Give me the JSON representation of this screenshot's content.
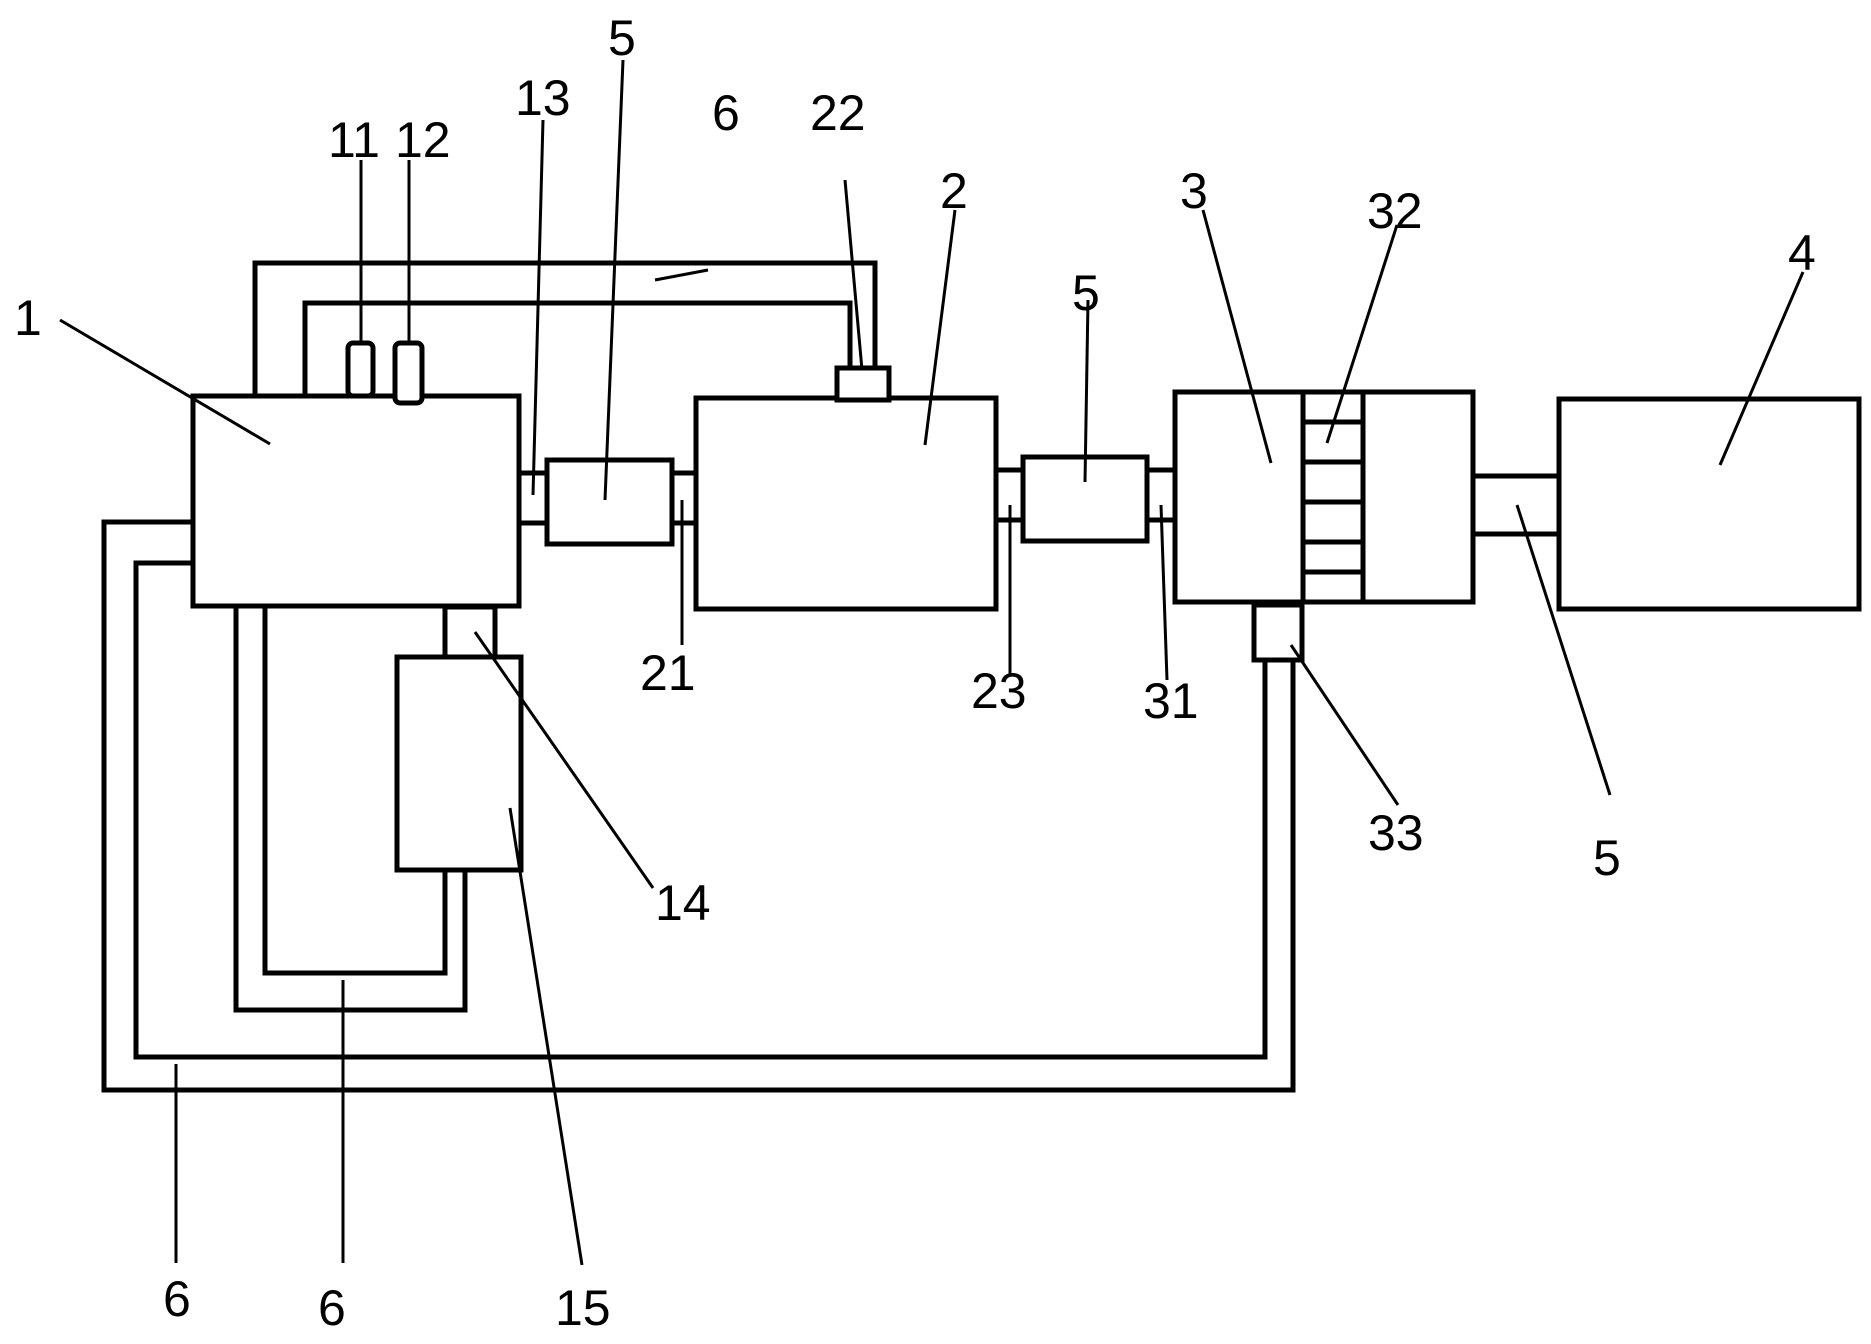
{
  "labels": {
    "box_1": "1",
    "sensor_11": "11",
    "sensor_12": "12",
    "port_13": "13",
    "port_14": "14",
    "box_15": "15",
    "box_2": "2",
    "port_21": "21",
    "port_22": "22",
    "port_23": "23",
    "box_3": "3",
    "port_31": "31",
    "grid_32": "32",
    "port_33": "33",
    "box_4": "4",
    "coupling_5_a": "5",
    "coupling_5_b": "5",
    "coupling_5_c": "5",
    "pipe_6_top": "6",
    "pipe_6_bottom_left": "6",
    "pipe_6_bottom_mid": "6"
  }
}
